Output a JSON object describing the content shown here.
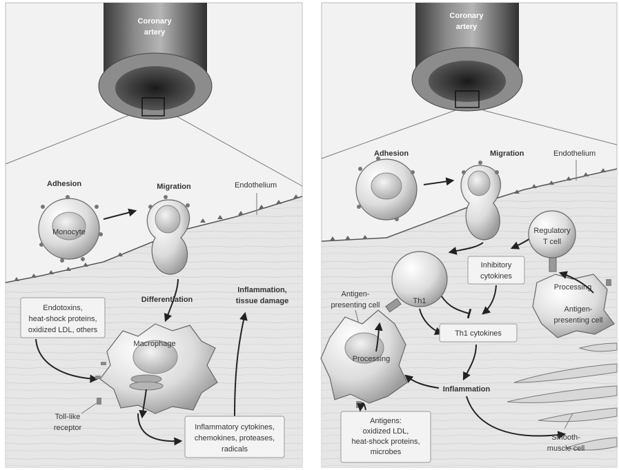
{
  "left_panel": {
    "artery_label": [
      "Coronary",
      "artery"
    ],
    "adhesion": "Adhesion",
    "migration": "Migration",
    "endothelium": "Endothelium",
    "monocyte": "Monocyte",
    "differentiation": "Differentiation",
    "inflammation_damage": [
      "Inflammation,",
      "tissue damage"
    ],
    "stimuli_box": [
      "Endotoxins,",
      "heat-shock proteins,",
      "oxidized LDL, others"
    ],
    "macrophage": "Macrophage",
    "toll_like": [
      "Toll-like",
      "receptor"
    ],
    "mediators_box": [
      "Inflammatory cytokines,",
      "chemokines, proteases,",
      "radicals"
    ]
  },
  "right_panel": {
    "artery_label": [
      "Coronary",
      "artery"
    ],
    "adhesion": "Adhesion",
    "migration": "Migration",
    "endothelium": "Endothelium",
    "regulatory_t": [
      "Regulatory",
      "T cell"
    ],
    "inhibitory_box": [
      "Inhibitory",
      "cytokines"
    ],
    "th1": "Th1",
    "apc_left": [
      "Antigen-",
      "presenting cell"
    ],
    "processing_left": "Processing",
    "processing_right": "Processing",
    "apc_right": [
      "Antigen-",
      "presenting cell"
    ],
    "th1_cytokines_box": "Th1 cytokines",
    "inflammation": "Inflammation",
    "antigens_box": [
      "Antigens:",
      "oxidized LDL,",
      "heat-shock proteins,",
      "microbes"
    ],
    "smooth_muscle": [
      "Smooth-",
      "muscle cell"
    ]
  }
}
